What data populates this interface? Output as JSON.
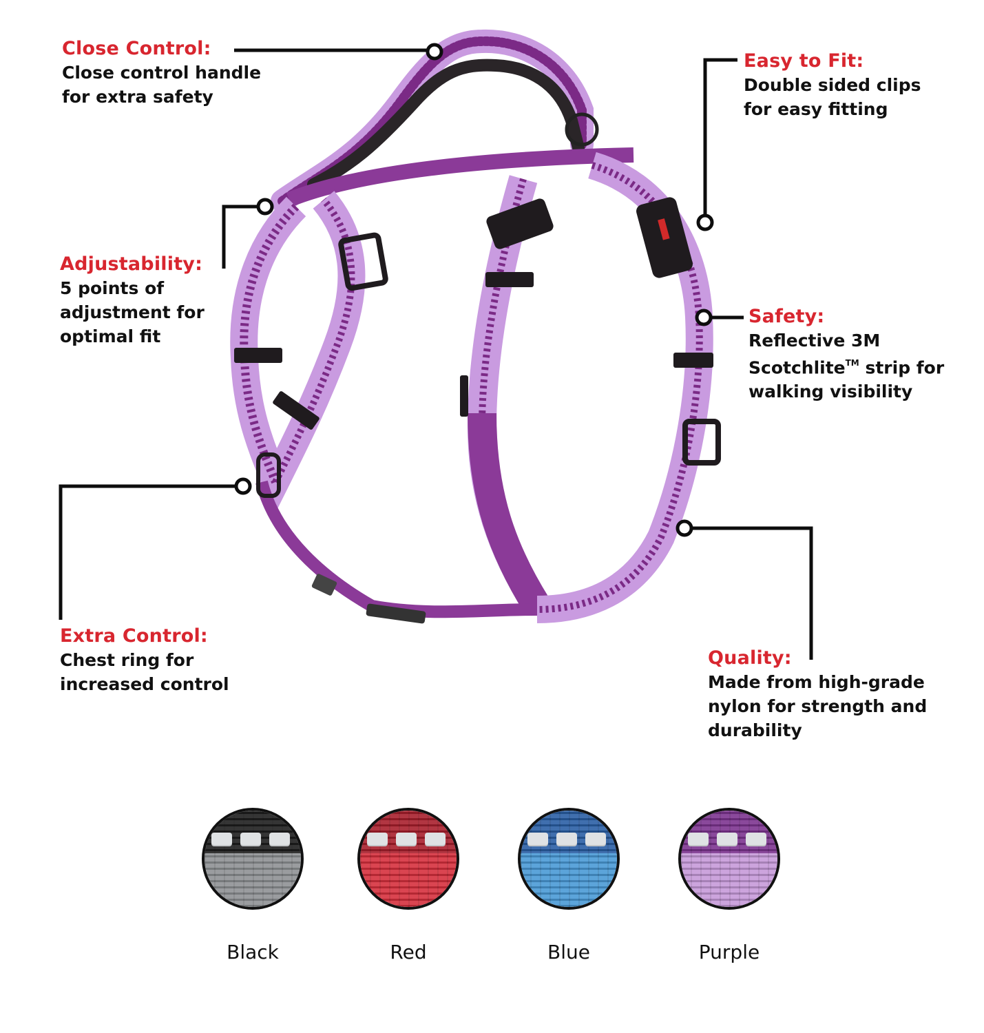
{
  "theme": {
    "heading_color": "#d8262f",
    "text_color": "#111111",
    "line_color": "#0d0d0d",
    "strap_dark": "#7b2a86",
    "strap_light": "#c99be0",
    "handle_color": "#2a2528"
  },
  "callouts": {
    "close_control": {
      "title": "Close Control:",
      "lines": [
        "Close control handle",
        "for extra safety"
      ]
    },
    "easy_to_fit": {
      "title": "Easy to Fit:",
      "lines": [
        "Double sided clips",
        "for easy fitting"
      ]
    },
    "adjustability": {
      "title": "Adjustability:",
      "lines": [
        "5 points of",
        "adjustment for",
        "optimal fit"
      ]
    },
    "safety": {
      "title": "Safety:",
      "line1": "Reflective 3M",
      "line2_pre": "Scotchlite",
      "line2_tm": "TM",
      "line2_post": " strip for",
      "line3": "walking visibility"
    },
    "extra_control": {
      "title": "Extra Control:",
      "lines": [
        "Chest ring for",
        "increased control"
      ]
    },
    "quality": {
      "title": "Quality:",
      "lines": [
        "Made from high-grade",
        "nylon for strength and",
        "durability"
      ]
    }
  },
  "product_image": {
    "alt": "purple-dog-harness",
    "icon": "harness-illustration"
  },
  "color_options": [
    {
      "name": "Black",
      "top": "#1e1e1e",
      "bottom": "#8e9194"
    },
    {
      "name": "Red",
      "top": "#a81f2c",
      "bottom": "#d6303d"
    },
    {
      "name": "Blue",
      "top": "#2a5fa5",
      "bottom": "#4a9ad6"
    },
    {
      "name": "Purple",
      "top": "#7d3490",
      "bottom": "#c69ad9"
    }
  ]
}
